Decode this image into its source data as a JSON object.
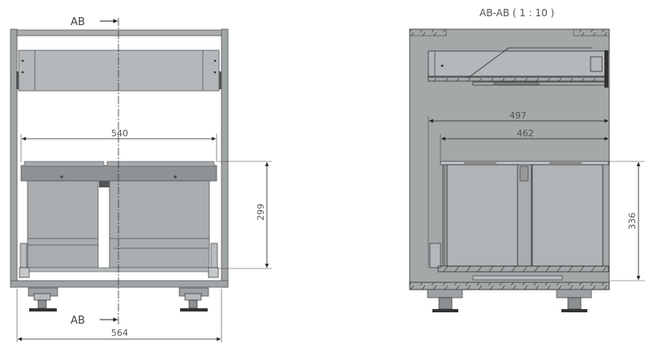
{
  "front_view": {
    "section_marker_top": "AB",
    "section_marker_bottom": "AB",
    "dimensions": {
      "inner_width": "540",
      "bin_height": "299",
      "outer_width": "564"
    }
  },
  "section_view": {
    "title": "AB-AB ( 1 : 10 )",
    "dimensions": {
      "outer_depth": "497",
      "inner_depth": "462",
      "bin_height": "336"
    }
  },
  "colors": {
    "cabinet_fill": "#9ea3a5",
    "bin_fill": "#a9adb0",
    "lid_fill": "#8c9093",
    "section_bg": "#a3a8a9",
    "line": "#3a3a3a",
    "dim_line": "#333333"
  }
}
